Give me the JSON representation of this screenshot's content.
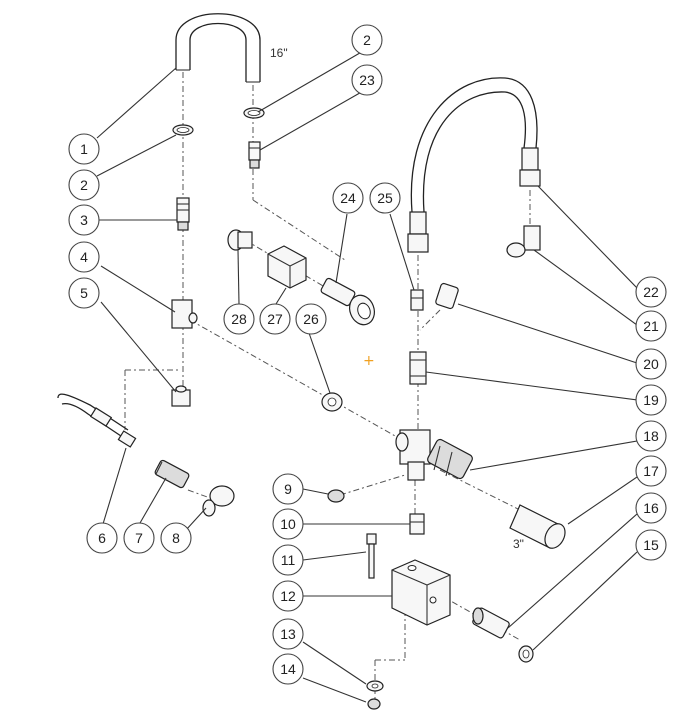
{
  "diagram": {
    "callouts": [
      "1",
      "2",
      "2",
      "23",
      "3",
      "4",
      "5",
      "6",
      "7",
      "8",
      "9",
      "10",
      "11",
      "12",
      "13",
      "14",
      "15",
      "16",
      "17",
      "18",
      "19",
      "20",
      "21",
      "22",
      "24",
      "25",
      "26",
      "27",
      "28"
    ],
    "dimensions": {
      "hose_length": "16\"",
      "sleeve_length": "3\""
    }
  },
  "cursor_glyph": "+"
}
